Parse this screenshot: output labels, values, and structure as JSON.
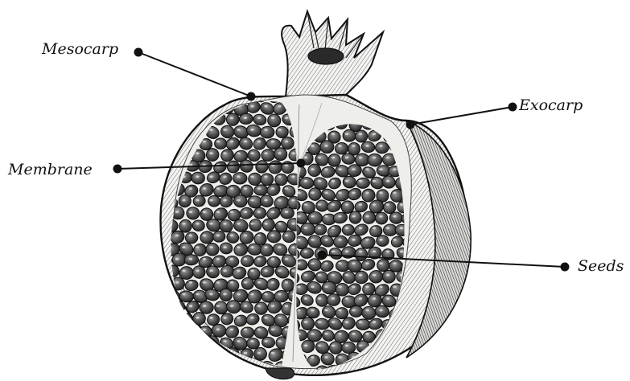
{
  "diagram": {
    "labels": {
      "mesocarp": "Mesocarp",
      "membrane": "Membrane",
      "exocarp": "Exocarp",
      "seeds": "Seeds"
    },
    "colors": {
      "ink": "#111111",
      "background": "#ffffff",
      "pith": "#eeeeea",
      "aril": "#4a4a4a"
    }
  }
}
